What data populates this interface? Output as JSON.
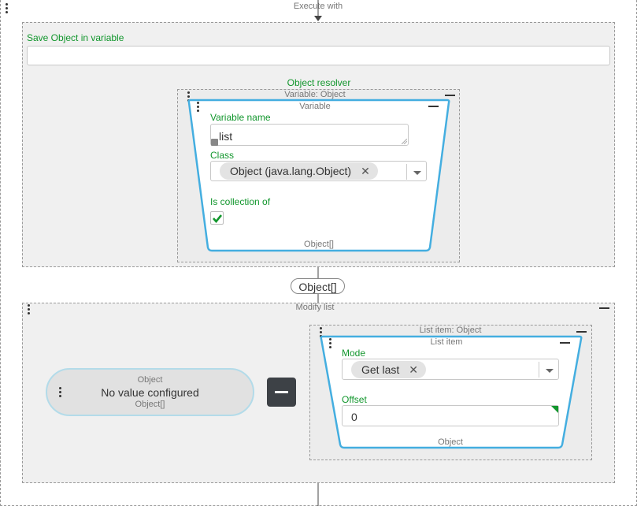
{
  "execute_with": {
    "label": "Execute with"
  },
  "save_object": {
    "label": "Save Object in variable",
    "value": ""
  },
  "object_resolver": {
    "title": "Object resolver",
    "subtitle": "Variable: Object",
    "variable_node": {
      "title": "Variable",
      "variable_name_label": "Variable name",
      "variable_name_value": "list",
      "class_label": "Class",
      "class_value": "Object (java.lang.Object)",
      "collection_label": "Is collection of",
      "collection_checked": true,
      "output_type": "Object[]"
    }
  },
  "connector_badge": "Object[]",
  "modify_list": {
    "label": "Modify list",
    "no_value_node": {
      "type_label": "Object",
      "text": "No value configured",
      "output_type": "Object[]"
    },
    "minus_button": "−",
    "list_item_block": {
      "subtitle": "List item: Object",
      "title": "List item",
      "mode_label": "Mode",
      "mode_value": "Get last",
      "offset_label": "Offset",
      "offset_value": "0",
      "output_type": "Object"
    }
  },
  "colors": {
    "accent_blue": "#44aee0",
    "label_green": "#11962c",
    "dark_button": "#3d4146"
  }
}
